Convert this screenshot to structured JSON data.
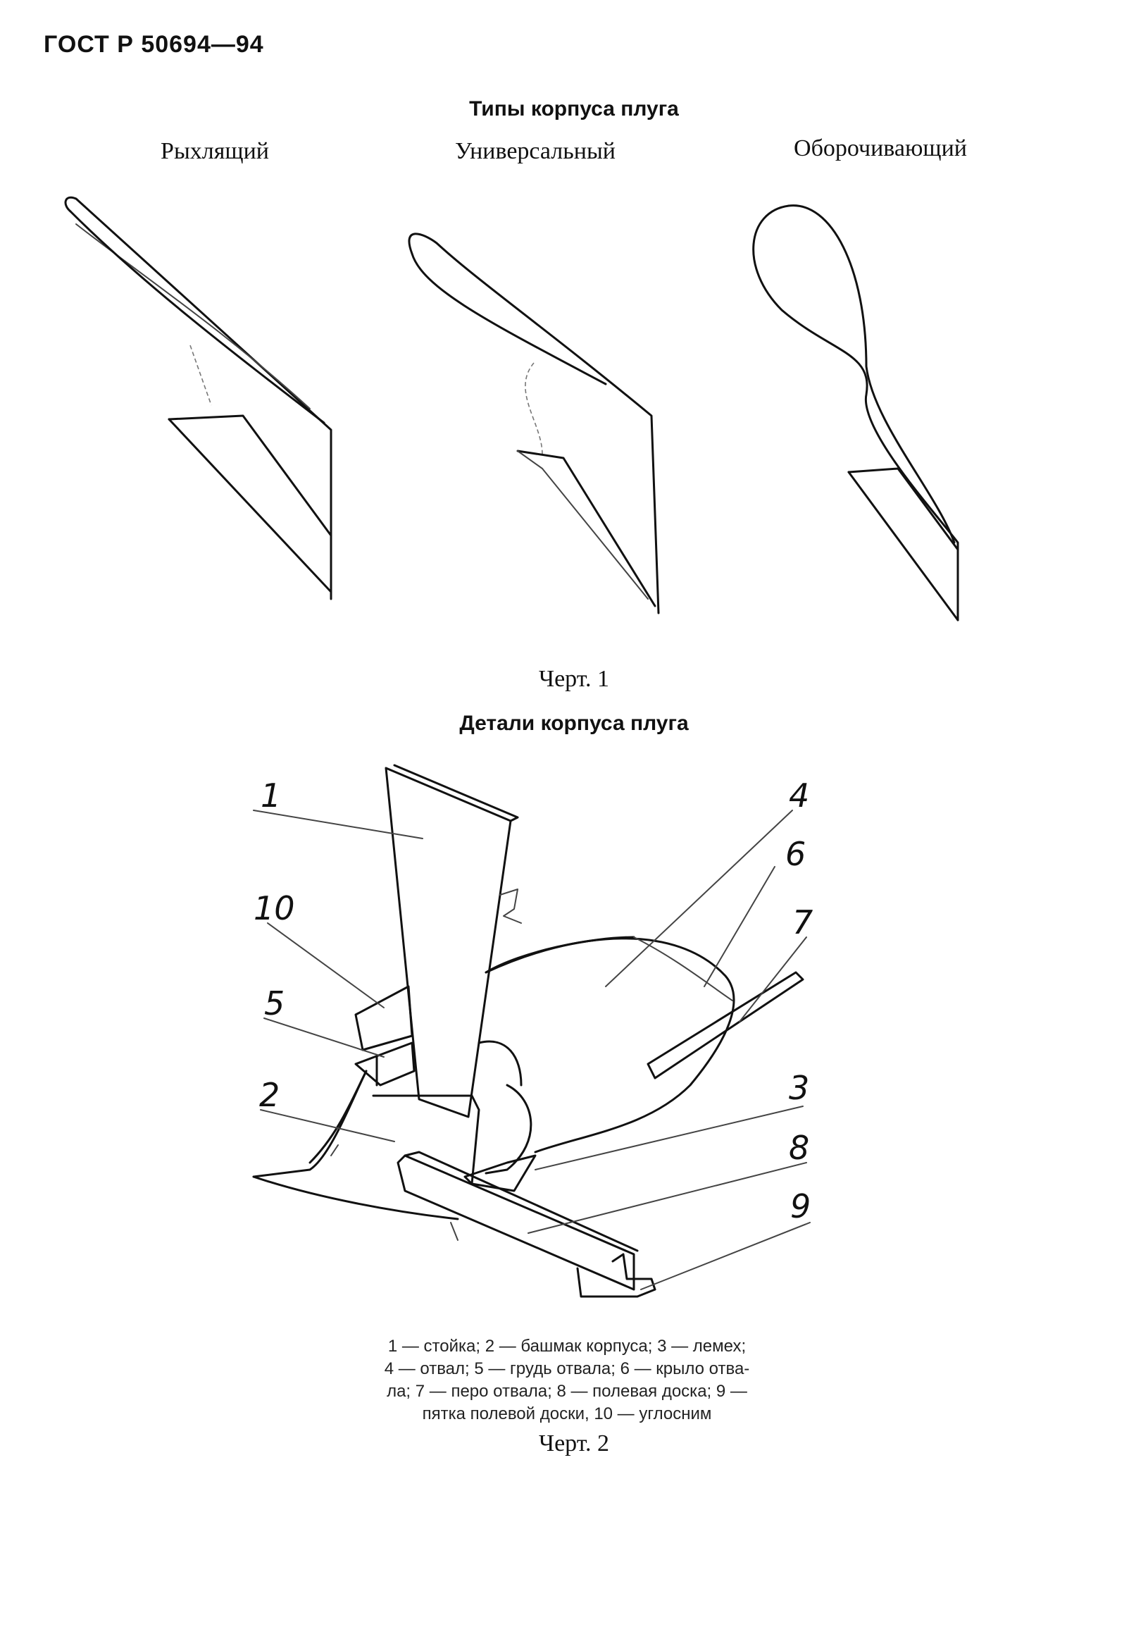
{
  "header": {
    "doc_id": "ГОСТ Р 50694—94"
  },
  "figure1": {
    "title": "Типы корпуса плуга",
    "types": [
      {
        "label": "Рыхлящий"
      },
      {
        "label": "Универсальный"
      },
      {
        "label": "Оборочивающий"
      }
    ],
    "caption": "Черт. 1"
  },
  "figure2": {
    "title": "Детали корпуса плуга",
    "callouts": [
      "1",
      "2",
      "3",
      "4",
      "5",
      "6",
      "7",
      "8",
      "9",
      "10"
    ],
    "legend": [
      "1 — стойка; 2 — башмак корпуса; 3 — лемех;",
      "4 — отвал; 5 — грудь отвала; 6 — крыло отва-",
      "ла; 7 — перо отвала; 8 — полевая доска; 9 —",
      "пятка полевой доски, 10 — углосним"
    ],
    "caption": "Черт. 2"
  }
}
